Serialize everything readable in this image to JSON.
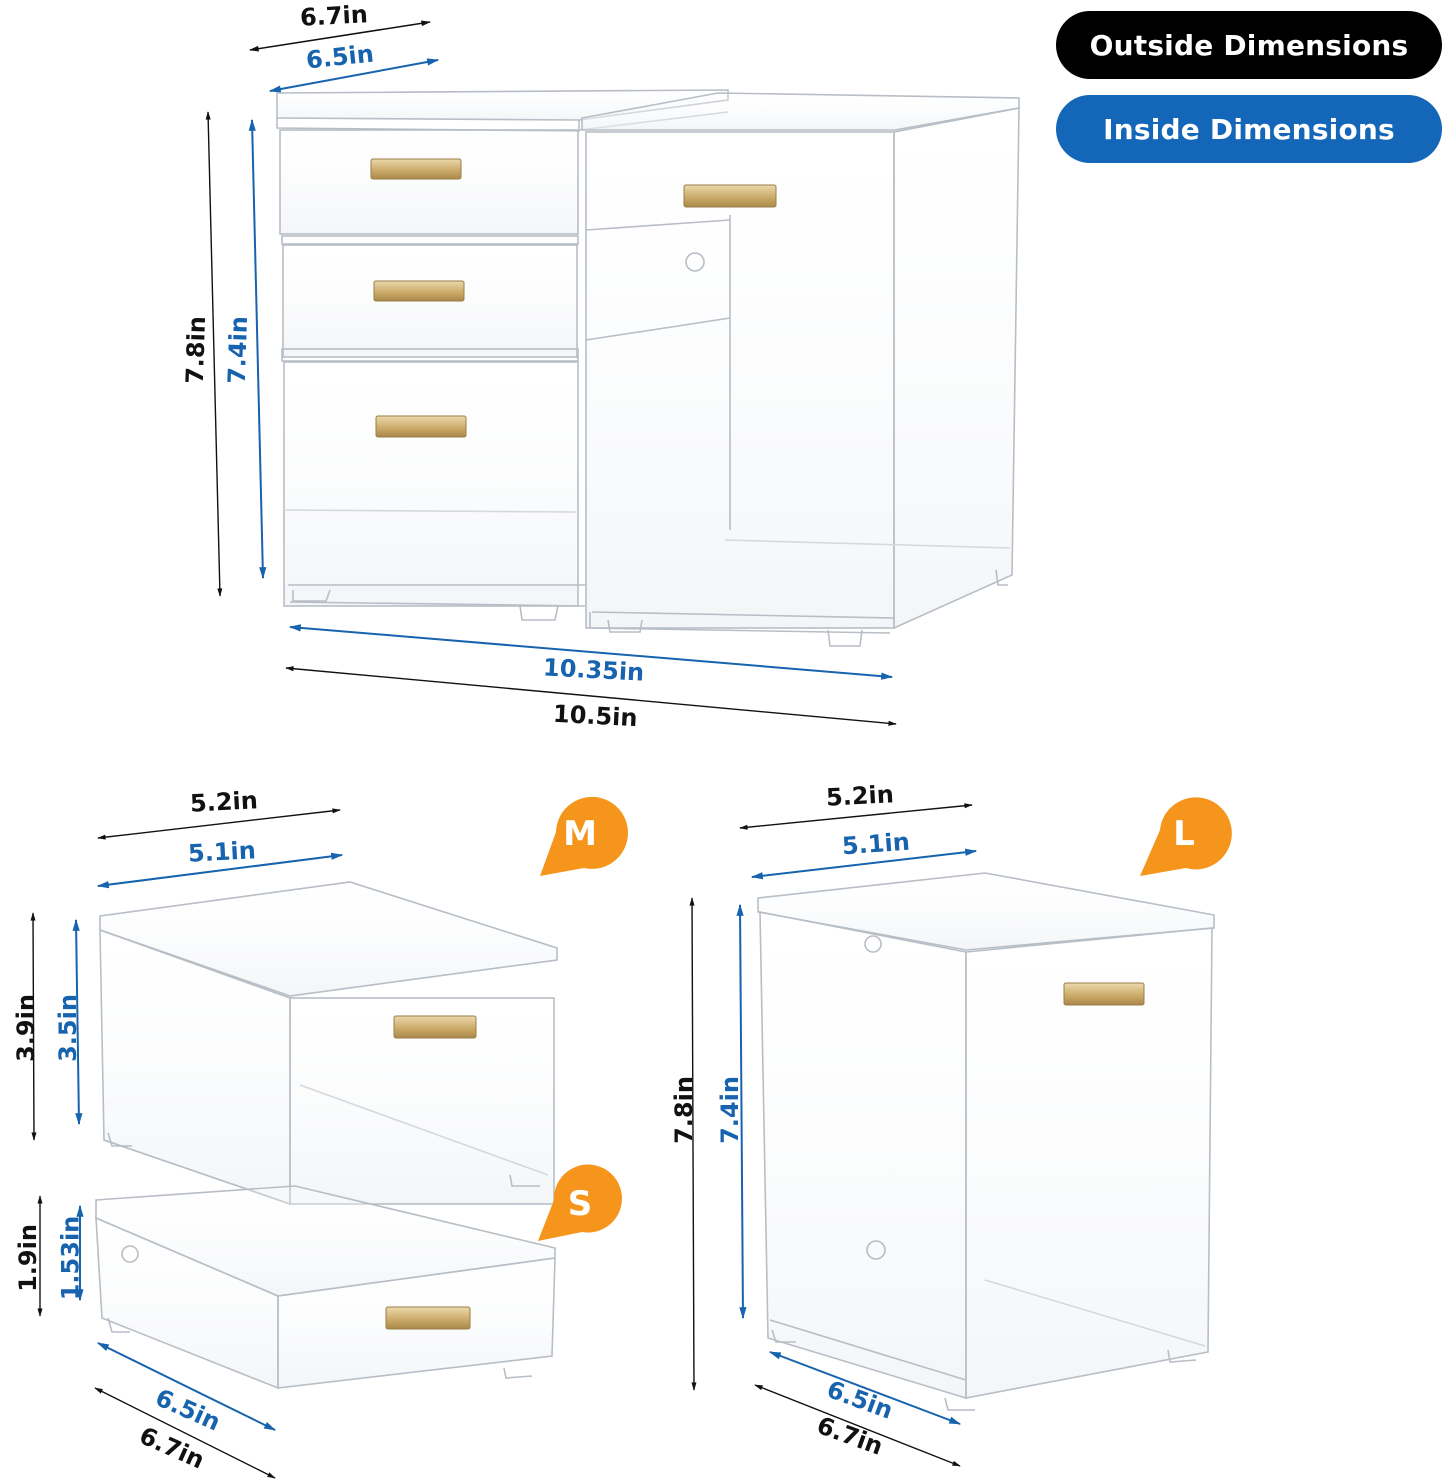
{
  "legend": {
    "outside": {
      "label": "Outside Dimensions",
      "color": "#000000"
    },
    "inside": {
      "label": "Inside Dimensions",
      "color": "#1466b8"
    }
  },
  "colors": {
    "outer_dimension": "#111111",
    "inner_dimension": "#1763ae",
    "size_badge": "#f5951c",
    "handle_gold": "#c9a866"
  },
  "assembly": {
    "width_outer": "6.7in",
    "width_inner": "6.5in",
    "height_outer": "7.8in",
    "height_inner": "7.4in",
    "length_inner": "10.35in",
    "length_outer": "10.5in"
  },
  "drawers": {
    "medium": {
      "badge": "M",
      "width_outer": "5.2in",
      "width_inner": "5.1in",
      "height_outer": "3.9in",
      "height_inner": "3.5in"
    },
    "small": {
      "badge": "S",
      "height_outer": "1.9in",
      "height_inner": "1.53in",
      "depth_inner": "6.5in",
      "depth_outer": "6.7in"
    },
    "large": {
      "badge": "L",
      "width_outer": "5.2in",
      "width_inner": "5.1in",
      "height_outer": "7.8in",
      "height_inner": "7.4in",
      "depth_inner": "6.5in",
      "depth_outer": "6.7in"
    }
  }
}
